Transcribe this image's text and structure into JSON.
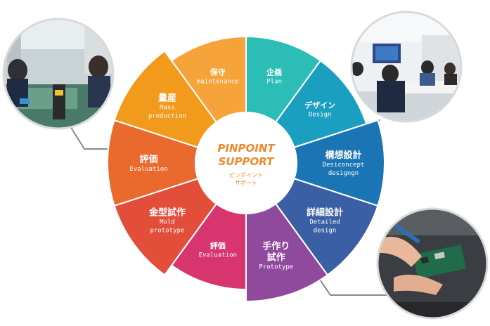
{
  "center": {
    "title_line1": "PINPOINT",
    "title_line2": "SUPPORT",
    "sub_line1": "ピンポイント",
    "sub_line2": "サポート",
    "color": "#f0882a"
  },
  "segments": [
    {
      "id": "plan",
      "jp": "企画",
      "en": [
        "Plan"
      ],
      "color": "#2bbdb6",
      "emphasized": false
    },
    {
      "id": "design",
      "jp": "デザイン",
      "en": [
        "Design"
      ],
      "color": "#1a9fc0",
      "emphasized": false
    },
    {
      "id": "concept",
      "jp": "構想設計",
      "en": [
        "Desiconcept",
        "designgn"
      ],
      "color": "#1b75b4",
      "emphasized": true
    },
    {
      "id": "detailed",
      "jp": "詳細設計",
      "en": [
        "Detailed",
        "design"
      ],
      "color": "#3b5fa4",
      "emphasized": true
    },
    {
      "id": "prototype",
      "jp": "手作り",
      "jp2": "試作",
      "en": [
        "Prototype"
      ],
      "color": "#8f4a9e",
      "emphasized": true
    },
    {
      "id": "evaluation2",
      "jp": "評価",
      "en": [
        "Evaluation"
      ],
      "color": "#d8356f",
      "emphasized": false
    },
    {
      "id": "mold",
      "jp": "金型試作",
      "en": [
        "Mold",
        "prototype"
      ],
      "color": "#e24e3a",
      "emphasized": true
    },
    {
      "id": "evaluation1",
      "jp": "評価",
      "en": [
        "Evaluation"
      ],
      "color": "#ea6a2e",
      "emphasized": true
    },
    {
      "id": "mass",
      "jp": "量産",
      "en": [
        "Mass",
        "production"
      ],
      "color": "#f29a1c",
      "emphasized": true
    },
    {
      "id": "maintenance",
      "jp": "保守",
      "en": [
        "maintenance"
      ],
      "color": "#f6a43a",
      "emphasized": false
    }
  ],
  "photos": [
    {
      "id": "factory",
      "subject": "factory-workers"
    },
    {
      "id": "meeting",
      "subject": "meeting-room"
    },
    {
      "id": "hands",
      "subject": "soldering-hands"
    }
  ]
}
